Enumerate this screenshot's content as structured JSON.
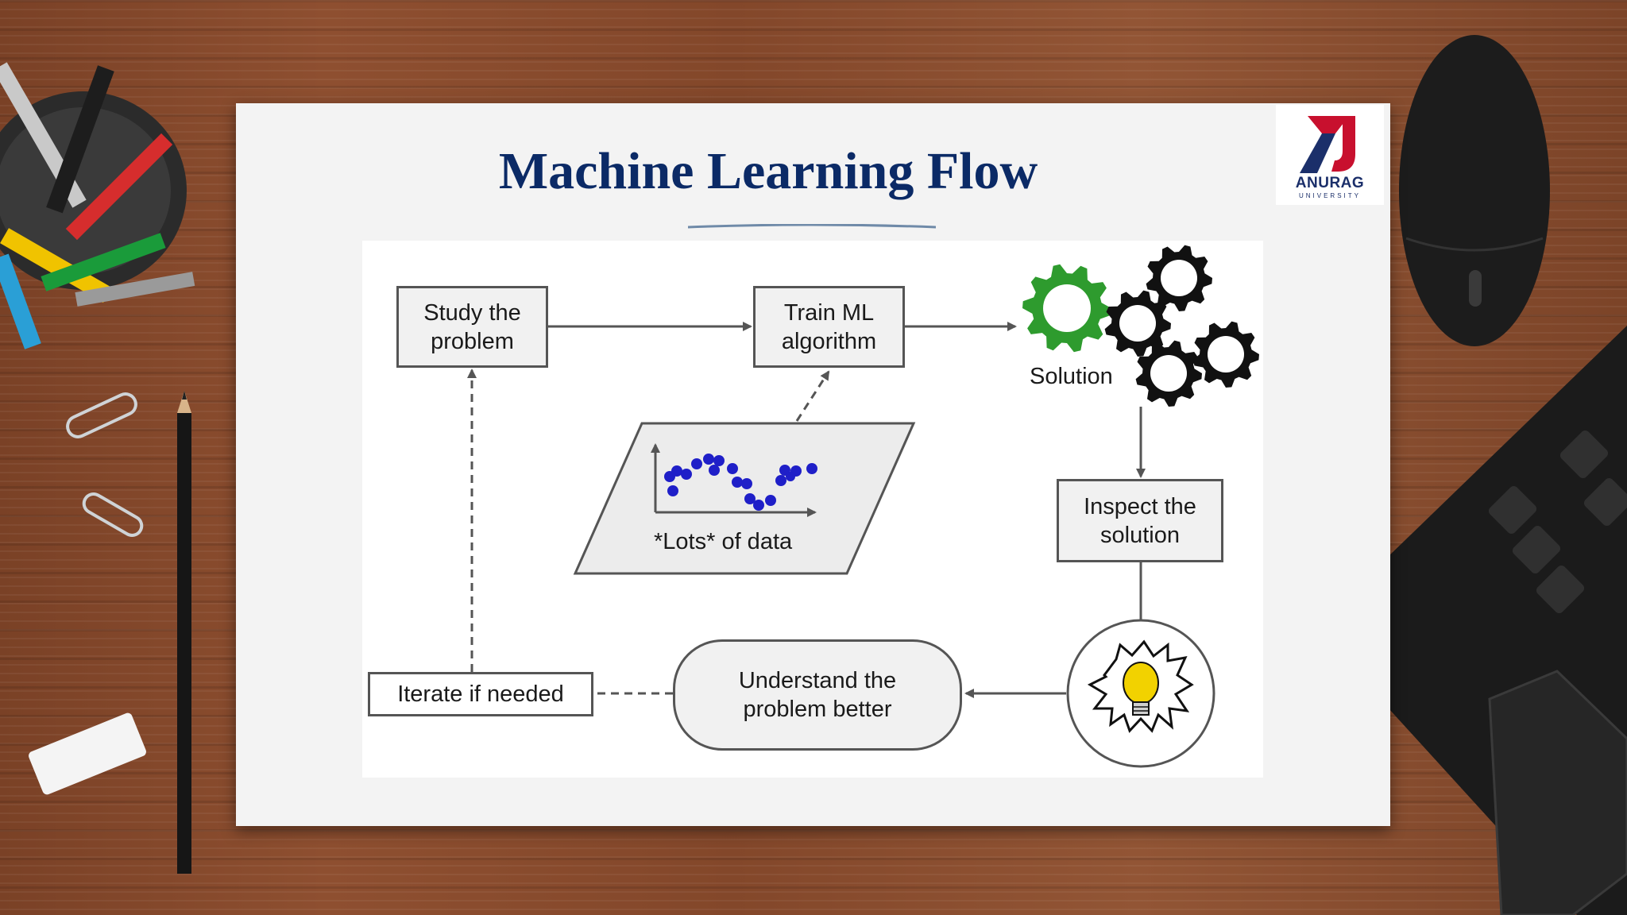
{
  "title": "Machine Learning Flow",
  "logo": {
    "name": "ANURAG",
    "sub": "UNIVERSITY"
  },
  "diagram": {
    "study": {
      "line1": "Study the",
      "line2": "problem"
    },
    "train": {
      "line1": "Train ML",
      "line2": "algorithm"
    },
    "solution": "Solution",
    "inspect": {
      "line1": "Inspect the",
      "line2": "solution"
    },
    "understand": {
      "line1": "Understand the",
      "line2": "problem better"
    },
    "iterate": "Iterate if needed",
    "data": "*Lots* of data"
  },
  "colors": {
    "title": "#0b2a66",
    "gear_green": "#2e9b2e",
    "data_points": "#1f1fc8",
    "bulb": "#f2d200",
    "logo_red": "#c8102e",
    "logo_blue": "#1b2f6a"
  },
  "icons": [
    "gear-icon",
    "lightbulb-icon",
    "scatter-plot-icon",
    "university-logo"
  ]
}
